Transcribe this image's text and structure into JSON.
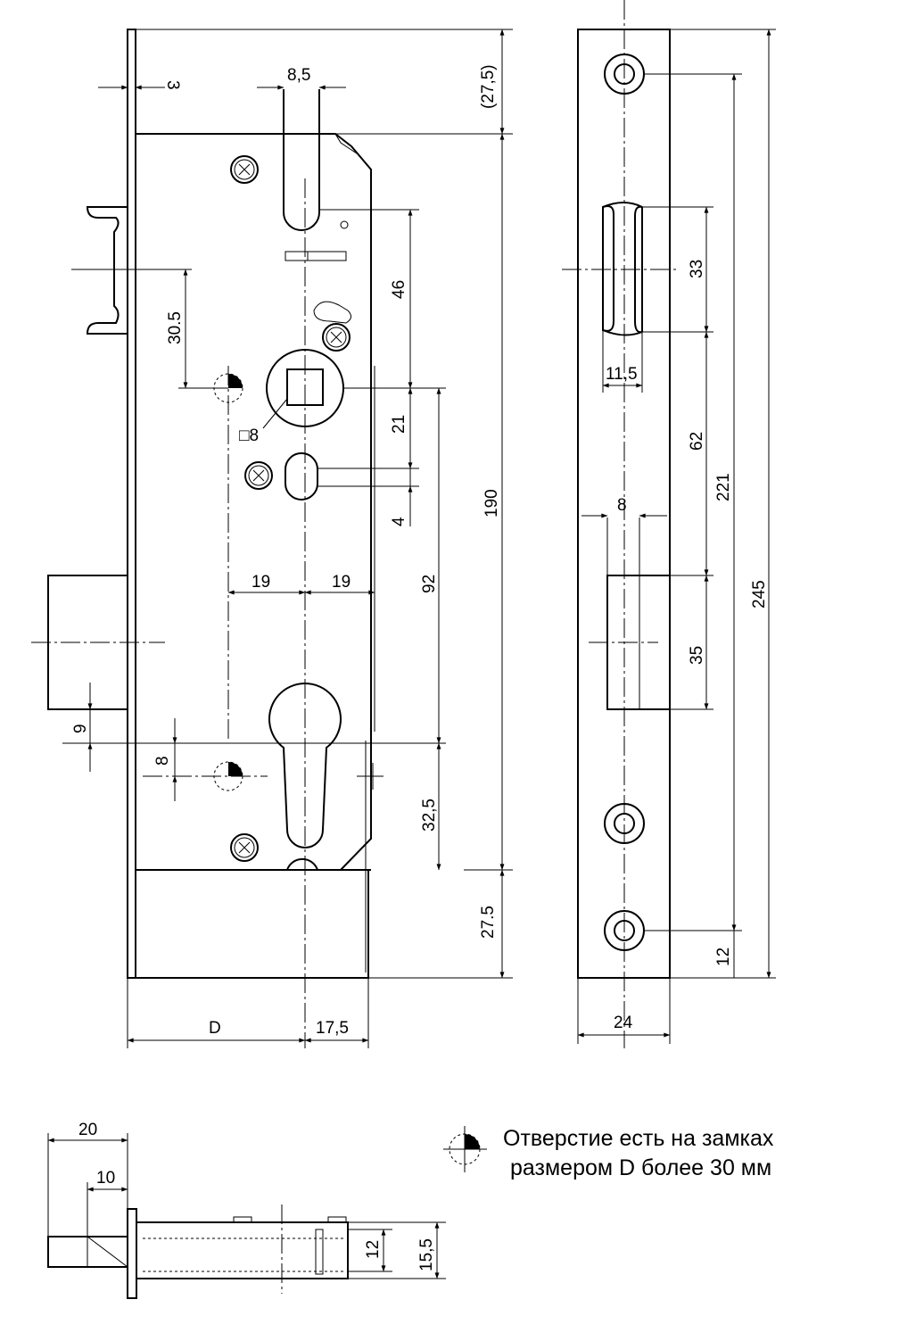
{
  "dimensions": {
    "front": {
      "flange_thickness": "3",
      "latch_width": "8,5",
      "top_offset": "(27,5)",
      "latch_spindle": "46",
      "spindle_deadbolt": "30.5",
      "spindle_square": "□8",
      "spindle_screw": "21",
      "screw_small": "4",
      "half_left": "19",
      "half_right": "19",
      "spindle_cylinder": "92",
      "case_height": "190",
      "bolt_offset": "9",
      "hole_offset": "8",
      "cylinder_bottom": "32,5",
      "bottom_offset": "27.5",
      "backset": "D",
      "depth_right": "17,5"
    },
    "faceplate": {
      "slot_height": "33",
      "slot_width": "11,5",
      "slot_spacing": "62",
      "hole_distance": "221",
      "total_length": "245",
      "bolt_width": "8",
      "bolt_height": "35",
      "edge_to_hole": "12",
      "width": "24"
    },
    "side": {
      "bolt_throw": "20",
      "bolt_step": "10",
      "inner_height": "12",
      "outer_height": "15,5"
    }
  },
  "note": {
    "line1": "Отверстие есть на замках",
    "line2": "размером D более 30 мм"
  }
}
